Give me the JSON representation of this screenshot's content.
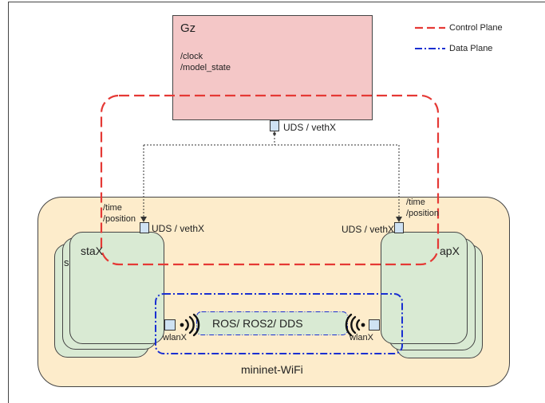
{
  "gz": {
    "title": "Gz",
    "topics": [
      "/clock",
      "/model_state"
    ],
    "port_label": "UDS / vethX"
  },
  "legend": [
    {
      "label": "Control Plane",
      "color": "#e53935",
      "style": "dashed"
    },
    {
      "label": "Data Plane",
      "color": "#1a2fd1",
      "style": "dash-dot"
    }
  ],
  "sta": {
    "name": "staX",
    "shadow_label": "s",
    "topics": [
      "/time",
      "/position"
    ],
    "port_label": "UDS / vethX",
    "wlan_label": "wlanX"
  },
  "ap": {
    "name": "apX",
    "topics": [
      "/time",
      "/position"
    ],
    "port_label": "UDS / vethX",
    "wlan_label": "wlanX"
  },
  "ros_label": "ROS/ ROS2/ DDS",
  "container_label": "mininet-WiFi",
  "colors": {
    "gz_fill": "#f4c7c7",
    "container_fill": "#fdeccb",
    "node_fill": "#d9ead3",
    "port_fill": "#cfe2f3",
    "control": "#e53935",
    "data": "#1a2fd1"
  }
}
